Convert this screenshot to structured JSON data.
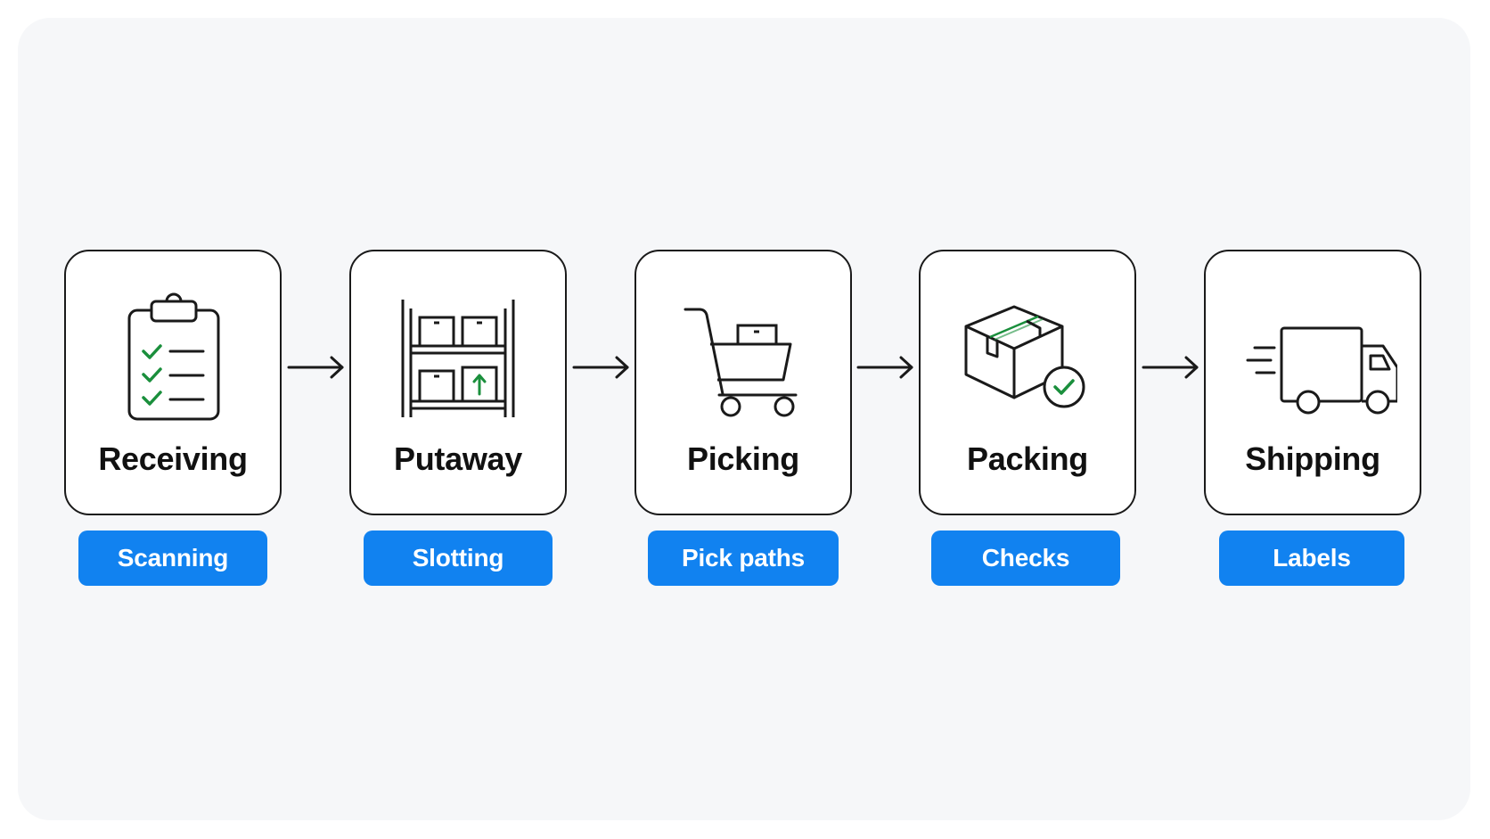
{
  "steps": [
    {
      "title": "Receiving",
      "tag": "Scanning",
      "icon": "clipboard-checklist-icon"
    },
    {
      "title": "Putaway",
      "tag": "Slotting",
      "icon": "warehouse-shelf-icon"
    },
    {
      "title": "Picking",
      "tag": "Pick paths",
      "icon": "shopping-cart-icon"
    },
    {
      "title": "Packing",
      "tag": "Checks",
      "icon": "package-check-icon"
    },
    {
      "title": "Shipping",
      "tag": "Labels",
      "icon": "delivery-truck-icon"
    }
  ],
  "colors": {
    "accent": "#1182f0",
    "check": "#1a8f3c",
    "stroke": "#1a1a1a",
    "background": "#f6f7f9"
  }
}
